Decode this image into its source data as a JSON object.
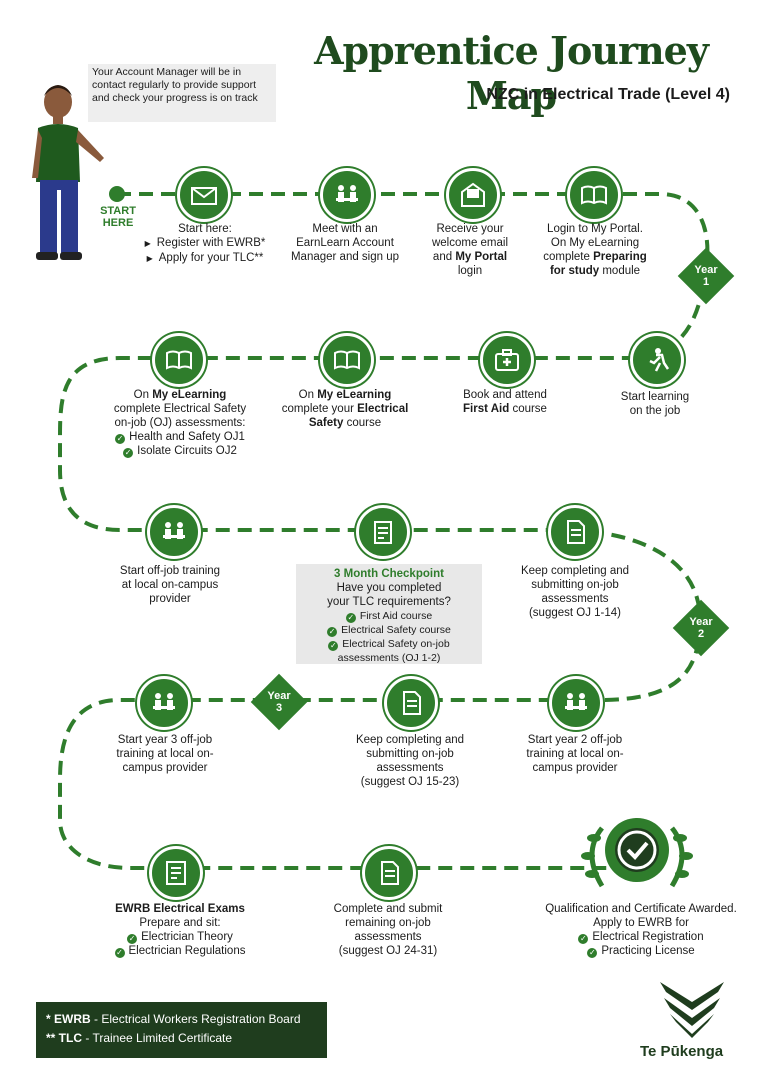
{
  "title": "Apprentice Journey Map",
  "subtitle": "NZC in Electrical Trade (Level 4)",
  "speech_bubble": "Your Account Manager will be in contact regularly to provide support and check your progress is on track",
  "start_label": "START HERE",
  "steps": [
    {
      "id": "s1",
      "icon": "email-icon",
      "lines": [
        "Start here:"
      ],
      "bullets": [
        "Register with EWRB*",
        "Apply for your TLC**"
      ]
    },
    {
      "id": "s2",
      "icon": "meeting-icon",
      "lines": [
        "Meet with an",
        "EarnLearn Account",
        "Manager and sign up"
      ]
    },
    {
      "id": "s3",
      "icon": "envelope-open-icon",
      "lines": [
        "Receive your",
        "welcome email"
      ],
      "bold_line_prefix": "and ",
      "bold_line": "My Portal",
      "after": "login"
    },
    {
      "id": "s4",
      "icon": "elearning-icon",
      "lines": [
        "Login to My Portal.",
        "On My eLearning",
        "complete"
      ],
      "bold_part": "Preparing",
      "bold_part2": "for study",
      "after": "module"
    },
    {
      "id": "s5",
      "icon": "worker-icon",
      "lines": [
        "Start learning",
        "on the job"
      ]
    },
    {
      "id": "s6",
      "icon": "first-aid-icon",
      "lines": [
        "Book and attend"
      ],
      "bold_part": "First Aid",
      "after": "course"
    },
    {
      "id": "s7",
      "icon": "elearning-icon",
      "prefix": "On",
      "bold_part": "My eLearning",
      "line2": "complete your",
      "bold_part2": "Electrical",
      "bold_part3": "Safety",
      "after": "course"
    },
    {
      "id": "s8",
      "icon": "elearning-icon",
      "prefix": "On",
      "bold_part": "My eLearning",
      "lines": [
        "complete Electrical Safety",
        "on-job (OJ) assessments:"
      ],
      "checks": [
        "Health and Safety OJ1",
        "Isolate Circuits OJ2"
      ]
    },
    {
      "id": "s9",
      "icon": "meeting-icon",
      "lines": [
        "Start off-job training",
        "at local on-campus",
        "provider"
      ]
    },
    {
      "id": "s10",
      "icon": "checklist-icon",
      "heading": "3 Month Checkpoint",
      "lines": [
        "Have you completed",
        "your TLC requirements?"
      ],
      "checks": [
        "First Aid course",
        "Electrical Safety course",
        "Electrical Safety on-job assessments (OJ 1-2)"
      ]
    },
    {
      "id": "s11",
      "icon": "document-icon",
      "lines": [
        "Keep completing  and",
        "submitting on-job",
        "assessments",
        "(suggest OJ 1-14)"
      ]
    },
    {
      "id": "s12",
      "icon": "meeting-icon",
      "lines": [
        "Start year 2 off-job",
        "training at local on-",
        "campus provider"
      ]
    },
    {
      "id": "s13",
      "icon": "document-icon",
      "lines": [
        "Keep completing and",
        "submitting on-job",
        "assessments",
        "(suggest OJ 15-23)"
      ]
    },
    {
      "id": "s14",
      "icon": "meeting-icon",
      "lines": [
        "Start year 3 off-job",
        "training at local on-",
        "campus provider"
      ]
    },
    {
      "id": "s15",
      "icon": "exam-icon",
      "heading": "EWRB Electrical Exams",
      "lines": [
        "Prepare and sit:"
      ],
      "checks": [
        "Electrician Theory",
        "Electrician Regulations"
      ]
    },
    {
      "id": "s16",
      "icon": "document-icon",
      "lines": [
        "Complete and submit",
        "remaining on-job",
        "assessments",
        "(suggest OJ 24-31)"
      ]
    },
    {
      "id": "s17",
      "icon": "award-icon",
      "lines": [
        "Qualification and Certificate Awarded.",
        "Apply to EWRB for"
      ],
      "checks": [
        "Electrical Registration",
        "Practicing License"
      ]
    }
  ],
  "years": [
    {
      "word": "Year",
      "num": "1"
    },
    {
      "word": "Year",
      "num": "2"
    },
    {
      "word": "Year",
      "num": "3"
    }
  ],
  "legend": [
    {
      "abbr": "* EWRB",
      "sep": " - ",
      "text": "Electrical Workers Registration Board"
    },
    {
      "abbr": "** TLC",
      "sep": " - ",
      "text": "Trainee Limited Certificate"
    }
  ],
  "logo_name": "Te Pūkenga",
  "colors": {
    "primary": "#2f7d2c",
    "dark": "#1f3d1e",
    "grey": "#e8e8e8"
  }
}
